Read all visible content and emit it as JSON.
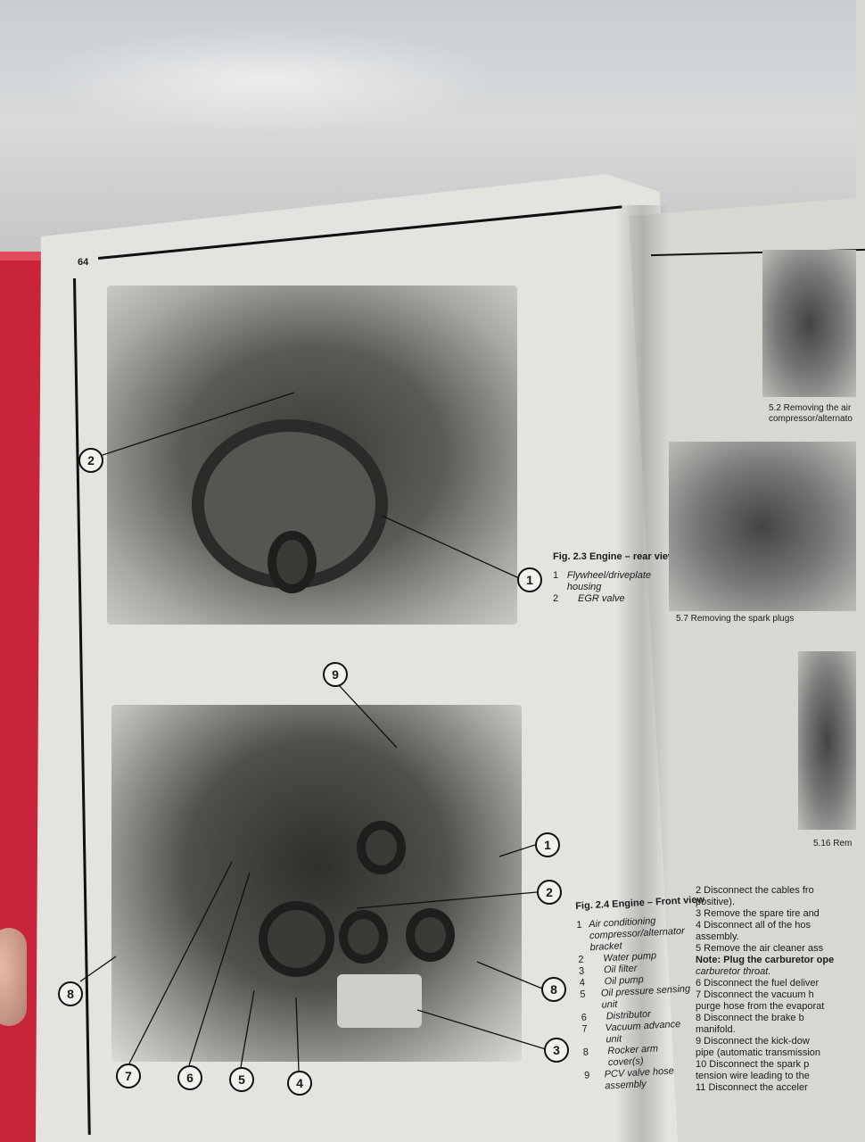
{
  "page": {
    "number": "64"
  },
  "fig23": {
    "title": "Fig. 2.3 Engine – rear view",
    "items": [
      {
        "n": "1",
        "text": "Flywheel/driveplate housing"
      },
      {
        "n": "2",
        "text": "EGR valve"
      }
    ]
  },
  "fig24": {
    "title": "Fig. 2.4 Engine – Front view",
    "items": [
      {
        "n": "1",
        "text": "Air conditioning compressor/alternator bracket"
      },
      {
        "n": "2",
        "text": "Water pump"
      },
      {
        "n": "3",
        "text": "Oil filter"
      },
      {
        "n": "4",
        "text": "Oil pump"
      },
      {
        "n": "5",
        "text": "Oil pressure sensing unit"
      },
      {
        "n": "6",
        "text": "Distributor"
      },
      {
        "n": "7",
        "text": "Vacuum advance unit"
      },
      {
        "n": "8",
        "text": "Rocker arm cover(s)"
      },
      {
        "n": "9",
        "text": "PCV valve hose assembly"
      }
    ]
  },
  "callouts": {
    "c23_1": "1",
    "c23_2": "2",
    "c24_9": "9",
    "c24_1": "1",
    "c24_2": "2",
    "c24_8a": "8",
    "c24_8b": "8",
    "c24_3": "3",
    "c24_7": "7",
    "c24_6": "6",
    "c24_5": "5",
    "c24_4": "4"
  },
  "right_page": {
    "caption_52": [
      "5.2 Removing the air",
      "compressor/alternato"
    ],
    "caption_57": "5.7 Removing the spark plugs",
    "caption_516": "5.16 Rem",
    "text_lines": [
      "2   Disconnect the cables fro",
      "positive).",
      "3   Remove the spare tire and",
      "4   Disconnect all of the hos",
      "assembly.",
      "5   Remove the air cleaner ass",
      "Note: Plug the carburetor ope",
      "carburetor throat.",
      "6   Disconnect the fuel deliver",
      "7   Disconnect the vacuum h",
      "purge hose from the evaporat",
      "8   Disconnect the brake b",
      "manifold.",
      "9   Disconnect the kick-dow",
      "pipe (automatic transmission",
      "10  Disconnect the spark p",
      "tension wire leading to the",
      "11  Disconnect the acceler"
    ]
  }
}
